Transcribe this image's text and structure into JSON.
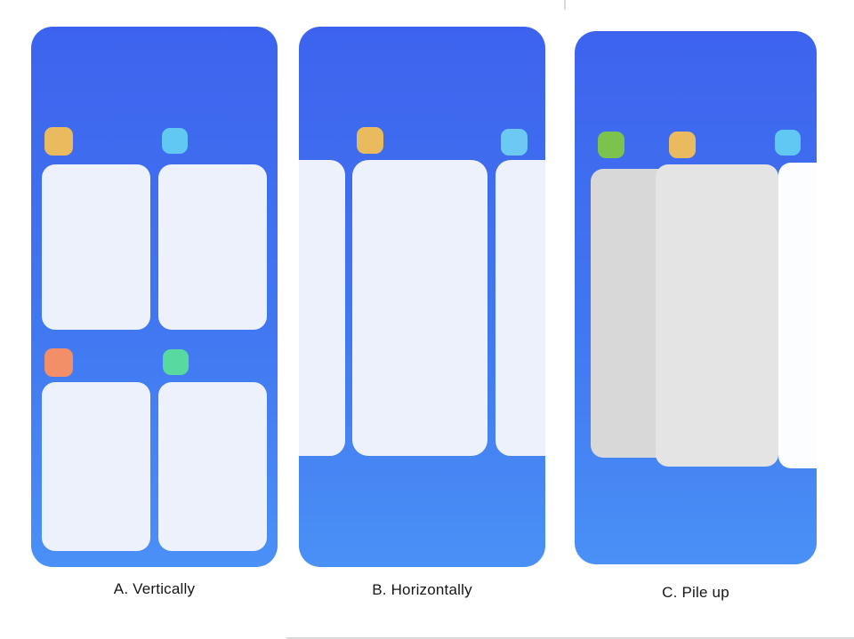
{
  "figure": {
    "background": "#ffffff",
    "divider_color": "#d9d9d9"
  },
  "panels": {
    "a": {
      "label": "A. Vertically",
      "gradient": {
        "top": "#3d63ee",
        "mid": "#4177f1",
        "bottom": "#4a90f6"
      },
      "card_color": "#edf1fc",
      "icons": {
        "yellow": "#e9ba5e",
        "cyan": "#60c8f2",
        "orange": "#f28f68",
        "green": "#58d9a0"
      }
    },
    "b": {
      "label": "B. Horizontally",
      "gradient": {
        "top": "#3d63ee",
        "mid": "#4177f1",
        "bottom": "#4a90f6"
      },
      "card_color": "#edf1fc",
      "icons": {
        "yellow": "#e9ba5e",
        "cyan": "#6bc9f3"
      }
    },
    "c": {
      "label": "C. Pile up",
      "gradient": {
        "top": "#3d63ee",
        "mid": "#4177f1",
        "bottom": "#4a90f6"
      },
      "cards": {
        "back": "#d8d8d8",
        "middle": "#e4e4e4",
        "front": "#fcfdfe"
      },
      "icons": {
        "green": "#7cc34e",
        "yellow": "#e9ba5e",
        "cyan": "#60c8f2"
      }
    }
  }
}
